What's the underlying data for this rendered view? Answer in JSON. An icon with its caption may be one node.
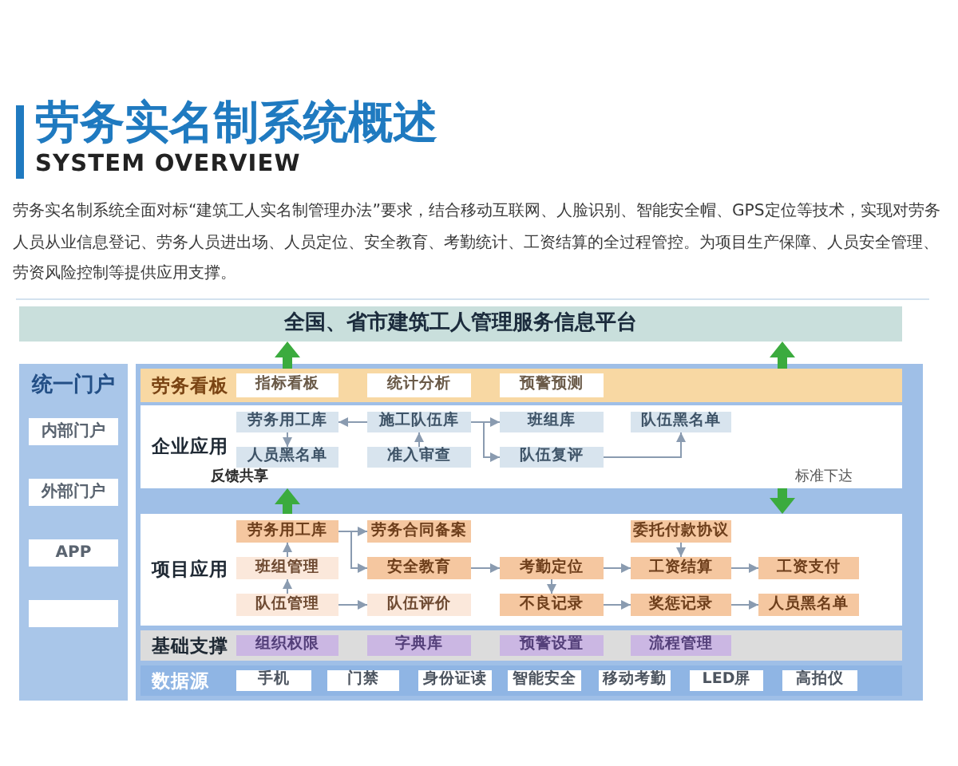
{
  "diagram": {
    "title": "劳务实名制系统概述",
    "nodes": [
      {
        "text": [
          "全国、省市建筑工人管理服务信息平台"
        ]
      },
      {
        "text": [
          "统一门户"
        ]
      },
      {
        "text": [
          "内部门户"
        ],
        "in": 1
      },
      {
        "text": [
          "外部门户"
        ],
        "in": 1
      },
      {
        "text": [
          "APP"
        ],
        "in": 1
      },
      {
        "text": [],
        "shape": "box",
        "in": 1
      },
      {
        "text": [
          "劳务看板"
        ]
      },
      {
        "text": [
          "指标看板"
        ],
        "in": 6
      },
      {
        "text": [
          "统计分析"
        ],
        "in": 6
      },
      {
        "text": [
          "预警预测"
        ],
        "in": 6
      },
      {
        "text": [
          "企业应用"
        ]
      },
      {
        "text": [
          "劳务用工库"
        ],
        "in": 10
      },
      {
        "text": [
          "施工队伍库"
        ],
        "in": 10
      },
      {
        "text": [
          "班组库"
        ],
        "in": 10
      },
      {
        "text": [
          "队伍黑名单"
        ],
        "in": 10
      },
      {
        "text": [
          "人员黑名单"
        ],
        "in": 10
      },
      {
        "text": [
          "准入审查"
        ],
        "in": 10
      },
      {
        "text": [
          "队伍复评"
        ],
        "in": 10
      },
      {
        "text": [
          "项目应用"
        ]
      },
      {
        "text": [
          "劳务用工库"
        ],
        "in": 18
      },
      {
        "text": [
          "劳务合同备案"
        ],
        "in": 18
      },
      {
        "text": [
          "委托付款协议"
        ],
        "in": 18
      },
      {
        "text": [
          "班组管理"
        ],
        "in": 18
      },
      {
        "text": [
          "安全教育"
        ],
        "in": 18
      },
      {
        "text": [
          "考勤定位"
        ],
        "in": 18
      },
      {
        "text": [
          "工资结算"
        ],
        "in": 18
      },
      {
        "text": [
          "工资支付"
        ],
        "in": 18
      },
      {
        "text": [
          "队伍管理"
        ],
        "in": 18
      },
      {
        "text": [
          "队伍评价"
        ],
        "in": 18
      },
      {
        "text": [
          "不良记录"
        ],
        "in": 18
      },
      {
        "text": [
          "奖惩记录"
        ],
        "in": 18
      },
      {
        "text": [
          "人员黑名单"
        ],
        "in": 18
      },
      {
        "text": [
          "基础支撑"
        ]
      },
      {
        "text": [
          "组织权限"
        ],
        "in": 32
      },
      {
        "text": [
          "字典库"
        ],
        "in": 32
      },
      {
        "text": [
          "预警设置"
        ],
        "in": 32
      },
      {
        "text": [
          "流程管理"
        ],
        "in": 32
      },
      {
        "text": [
          "数据源"
        ]
      },
      {
        "text": [
          "手机"
        ],
        "in": 37
      },
      {
        "text": [
          "门禁"
        ],
        "in": 37
      },
      {
        "text": [
          "身份证读"
        ],
        "in": 37
      },
      {
        "text": [
          "智能安全"
        ],
        "in": 37
      },
      {
        "text": [
          "移动考勤"
        ],
        "in": 37
      },
      {
        "text": [
          "LED屏"
        ],
        "in": 37
      },
      {
        "text": [
          "高拍仪"
        ],
        "in": 37
      }
    ],
    "edges": [
      {
        "from": 6,
        "to": 0,
        "arrow": "to",
        "style": "thick",
        "color": "#3bab3e"
      },
      {
        "from": 6,
        "to": 0,
        "arrow": "to",
        "style": "thick",
        "color": "#3bab3e"
      },
      {
        "from": 12,
        "to": 11,
        "arrow": "to"
      },
      {
        "from": 11,
        "to": 15,
        "arrow": "to"
      },
      {
        "from": 16,
        "to": 12,
        "arrow": "to"
      },
      {
        "from": 12,
        "to": 13,
        "arrow": "to"
      },
      {
        "from": 12,
        "to": 17,
        "arrow": "to"
      },
      {
        "from": 17,
        "to": 14,
        "arrow": "to"
      },
      {
        "from": 18,
        "to": 10,
        "arrow": "to",
        "label": "反馈共享",
        "style": "thick",
        "color": "#3bab3e"
      },
      {
        "from": 10,
        "to": 18,
        "arrow": "to",
        "label": "标准下达",
        "style": "thick",
        "color": "#3bab3e"
      },
      {
        "from": 19,
        "to": 20,
        "arrow": "to"
      },
      {
        "from": 19,
        "to": 23,
        "arrow": "to"
      },
      {
        "from": 22,
        "to": 19,
        "arrow": "to"
      },
      {
        "from": 27,
        "to": 22,
        "arrow": "to"
      },
      {
        "from": 27,
        "to": 28,
        "arrow": "to"
      },
      {
        "from": 23,
        "to": 24,
        "arrow": "to"
      },
      {
        "from": 24,
        "to": 29,
        "arrow": "to"
      },
      {
        "from": 24,
        "to": 25,
        "arrow": "to"
      },
      {
        "from": 21,
        "to": 25,
        "arrow": "to"
      },
      {
        "from": 25,
        "to": 26,
        "arrow": "to"
      },
      {
        "from": 29,
        "to": 30,
        "arrow": "to"
      },
      {
        "from": 30,
        "to": 31,
        "arrow": "to"
      }
    ],
    "labels": [
      "SYSTEM OVERVIEW",
      "劳务实名制系统全面对标“建筑工人实名制管理办法”要求，结合移动互联网、人脸识别、智能安全帽、GPS定位等技术，实现对劳务人员从业信息登记、劳务人员进出场、人员定位、安全教育、考勤统计、工资结算的全过程管控。为项目生产保障、人员安全管理、劳资风险控制等提供应用支撑。"
    ]
  }
}
